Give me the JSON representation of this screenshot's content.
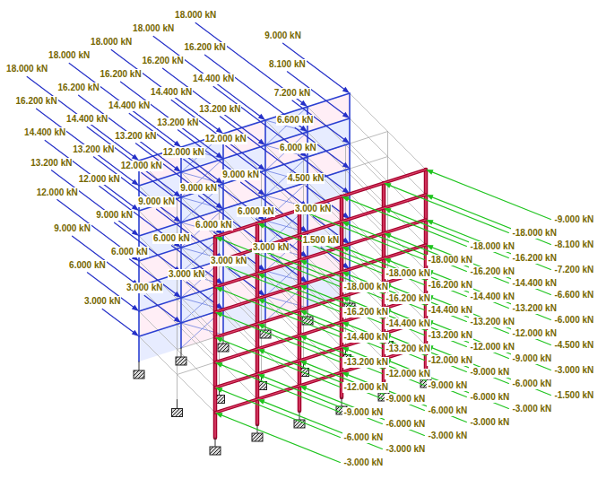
{
  "diagram": {
    "labels": [
      "18.000 kN",
      "18.000 kN",
      "18.000 kN",
      "18.000 kN",
      "18.000 kN",
      "9.000 kN",
      "16.200 kN",
      "16.200 kN",
      "16.200 kN",
      "16.200 kN",
      "16.200 kN",
      "8.100 kN",
      "14.400 kN",
      "14.400 kN",
      "14.400 kN",
      "14.400 kN",
      "14.400 kN",
      "7.200 kN",
      "13.200 kN",
      "13.200 kN",
      "13.200 kN",
      "13.200 kN",
      "13.200 kN",
      "6.600 kN",
      "12.000 kN",
      "12.000 kN",
      "12.000 kN",
      "12.000 kN",
      "12.000 kN",
      "6.000 kN",
      "9.000 kN",
      "9.000 kN",
      "9.000 kN",
      "9.000 kN",
      "9.000 kN",
      "4.500 kN",
      "6.000 kN",
      "6.000 kN",
      "6.000 kN",
      "6.000 kN",
      "6.000 kN",
      "3.000 kN",
      "3.000 kN",
      "3.000 kN",
      "3.000 kN",
      "3.000 kN",
      "3.000 kN",
      "1.500 kN",
      "-18.000 kN",
      "-18.000 kN",
      "-18.000 kN",
      "-18.000 kN",
      "-18.000 kN",
      "-9.000 kN",
      "-16.200 kN",
      "-16.200 kN",
      "-16.200 kN",
      "-16.200 kN",
      "-16.200 kN",
      "-8.100 kN",
      "-14.400 kN",
      "-14.400 kN",
      "-14.400 kN",
      "-14.400 kN",
      "-14.400 kN",
      "-7.200 kN",
      "-13.200 kN",
      "-13.200 kN",
      "-13.200 kN",
      "-13.200 kN",
      "-13.200 kN",
      "-6.600 kN",
      "-12.000 kN",
      "-12.000 kN",
      "-12.000 kN",
      "-12.000 kN",
      "-12.000 kN",
      "-6.000 kN",
      "-9.000 kN",
      "-9.000 kN",
      "-9.000 kN",
      "-9.000 kN",
      "-9.000 kN",
      "-4.500 kN",
      "-6.000 kN",
      "-6.000 kN",
      "-6.000 kN",
      "-6.000 kN",
      "-6.000 kN",
      "-3.000 kN",
      "-3.000 kN",
      "-3.000 kN",
      "-3.000 kN",
      "-3.000 kN",
      "-3.000 kN",
      "-1.500 kN"
    ]
  }
}
